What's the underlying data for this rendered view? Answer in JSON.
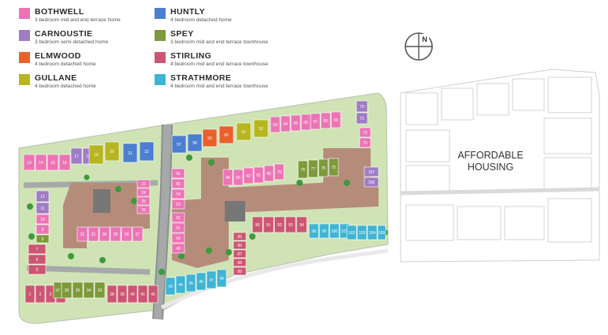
{
  "legend": {
    "items": [
      {
        "key": "bothwell",
        "name": "BOTHWELL",
        "desc": "3 bedroom mid and end terrace home",
        "color": "#ec74b5"
      },
      {
        "key": "carnoustie",
        "name": "CARNOUSTIE",
        "desc": "3 bedroom semi detached home",
        "color": "#a07cc5"
      },
      {
        "key": "elmwood",
        "name": "ELMWOOD",
        "desc": "4 bedroom detached home",
        "color": "#e8612c"
      },
      {
        "key": "gullane",
        "name": "GULLANE",
        "desc": "4 bedroom detached home",
        "color": "#b7b61f"
      },
      {
        "key": "huntly",
        "name": "HUNTLY",
        "desc": "4 bedroom detached home",
        "color": "#4c7fcf"
      },
      {
        "key": "spey",
        "name": "SPEY",
        "desc": "3 bedroom mid and end terrace townhouse",
        "color": "#7d9a3a"
      },
      {
        "key": "stirling",
        "name": "STIRLING",
        "desc": "4 bedroom mid and end terrace townhouse",
        "color": "#cc5672"
      },
      {
        "key": "strathmore",
        "name": "STRATHMORE",
        "desc": "4 bedroom mid and end terrace townhouse",
        "color": "#3fb4d4"
      }
    ]
  },
  "north_label": "N",
  "affordable_housing": {
    "line1": "AFFORDABLE",
    "line2": "HOUSING"
  },
  "plots": [
    {
      "n": "13",
      "type": "bothwell"
    },
    {
      "n": "14",
      "type": "bothwell"
    },
    {
      "n": "15",
      "type": "bothwell"
    },
    {
      "n": "16",
      "type": "bothwell"
    },
    {
      "n": "17",
      "type": "carnoustie"
    },
    {
      "n": "18",
      "type": "carnoustie"
    },
    {
      "n": "19",
      "type": "gullane"
    },
    {
      "n": "20",
      "type": "gullane"
    },
    {
      "n": "21",
      "type": "huntly"
    },
    {
      "n": "22",
      "type": "huntly"
    },
    {
      "n": "12",
      "type": "carnoustie"
    },
    {
      "n": "11",
      "type": "carnoustie"
    },
    {
      "n": "10",
      "type": "bothwell"
    },
    {
      "n": "9",
      "type": "bothwell"
    },
    {
      "n": "8",
      "type": "spey"
    },
    {
      "n": "7",
      "type": "stirling"
    },
    {
      "n": "6",
      "type": "stirling"
    },
    {
      "n": "5",
      "type": "stirling"
    },
    {
      "n": "1",
      "type": "stirling"
    },
    {
      "n": "2",
      "type": "stirling"
    },
    {
      "n": "3",
      "type": "stirling"
    },
    {
      "n": "4",
      "type": "stirling"
    },
    {
      "n": "23",
      "type": "bothwell"
    },
    {
      "n": "24",
      "type": "bothwell"
    },
    {
      "n": "25",
      "type": "bothwell"
    },
    {
      "n": "26",
      "type": "bothwell"
    },
    {
      "n": "32",
      "type": "bothwell"
    },
    {
      "n": "31",
      "type": "bothwell"
    },
    {
      "n": "30",
      "type": "bothwell"
    },
    {
      "n": "29",
      "type": "bothwell"
    },
    {
      "n": "28",
      "type": "bothwell"
    },
    {
      "n": "27",
      "type": "bothwell"
    },
    {
      "n": "36",
      "type": "spey"
    },
    {
      "n": "35",
      "type": "spey"
    },
    {
      "n": "34",
      "type": "spey"
    },
    {
      "n": "33",
      "type": "spey"
    },
    {
      "n": "37",
      "type": "spey"
    },
    {
      "n": "38",
      "type": "stirling"
    },
    {
      "n": "39",
      "type": "stirling"
    },
    {
      "n": "40",
      "type": "stirling"
    },
    {
      "n": "41",
      "type": "stirling"
    },
    {
      "n": "42",
      "type": "stirling"
    },
    {
      "n": "57",
      "type": "huntly"
    },
    {
      "n": "58",
      "type": "huntly"
    },
    {
      "n": "59",
      "type": "elmwood"
    },
    {
      "n": "60",
      "type": "elmwood"
    },
    {
      "n": "61",
      "type": "gullane"
    },
    {
      "n": "62",
      "type": "gullane"
    },
    {
      "n": "63",
      "type": "bothwell"
    },
    {
      "n": "64",
      "type": "bothwell"
    },
    {
      "n": "65",
      "type": "bothwell"
    },
    {
      "n": "66",
      "type": "bothwell"
    },
    {
      "n": "67",
      "type": "bothwell"
    },
    {
      "n": "68",
      "type": "bothwell"
    },
    {
      "n": "69",
      "type": "bothwell"
    },
    {
      "n": "70",
      "type": "carnoustie"
    },
    {
      "n": "71",
      "type": "carnoustie"
    },
    {
      "n": "72",
      "type": "bothwell"
    },
    {
      "n": "73",
      "type": "bothwell"
    },
    {
      "n": "56",
      "type": "bothwell"
    },
    {
      "n": "55",
      "type": "bothwell"
    },
    {
      "n": "54",
      "type": "bothwell"
    },
    {
      "n": "53",
      "type": "bothwell"
    },
    {
      "n": "52",
      "type": "bothwell"
    },
    {
      "n": "51",
      "type": "bothwell"
    },
    {
      "n": "50",
      "type": "bothwell"
    },
    {
      "n": "49",
      "type": "bothwell"
    },
    {
      "n": "84",
      "type": "bothwell"
    },
    {
      "n": "83",
      "type": "bothwell"
    },
    {
      "n": "82",
      "type": "bothwell"
    },
    {
      "n": "81",
      "type": "bothwell"
    },
    {
      "n": "80",
      "type": "bothwell"
    },
    {
      "n": "79",
      "type": "bothwell"
    },
    {
      "n": "78",
      "type": "spey"
    },
    {
      "n": "77",
      "type": "spey"
    },
    {
      "n": "76",
      "type": "spey"
    },
    {
      "n": "75",
      "type": "spey"
    },
    {
      "n": "107",
      "type": "carnoustie"
    },
    {
      "n": "106",
      "type": "carnoustie"
    },
    {
      "n": "85",
      "type": "stirling"
    },
    {
      "n": "86",
      "type": "stirling"
    },
    {
      "n": "87",
      "type": "stirling"
    },
    {
      "n": "88",
      "type": "stirling"
    },
    {
      "n": "89",
      "type": "stirling"
    },
    {
      "n": "90",
      "type": "stirling"
    },
    {
      "n": "91",
      "type": "stirling"
    },
    {
      "n": "92",
      "type": "stirling"
    },
    {
      "n": "93",
      "type": "stirling"
    },
    {
      "n": "94",
      "type": "stirling"
    },
    {
      "n": "98",
      "type": "strathmore"
    },
    {
      "n": "99",
      "type": "strathmore"
    },
    {
      "n": "100",
      "type": "strathmore"
    },
    {
      "n": "101",
      "type": "strathmore"
    },
    {
      "n": "102",
      "type": "strathmore"
    },
    {
      "n": "103",
      "type": "strathmore"
    },
    {
      "n": "104",
      "type": "strathmore"
    },
    {
      "n": "105",
      "type": "strathmore"
    },
    {
      "n": "43",
      "type": "strathmore"
    },
    {
      "n": "44",
      "type": "strathmore"
    },
    {
      "n": "45",
      "type": "strathmore"
    },
    {
      "n": "46",
      "type": "strathmore"
    },
    {
      "n": "47",
      "type": "strathmore"
    },
    {
      "n": "48",
      "type": "strathmore"
    }
  ]
}
